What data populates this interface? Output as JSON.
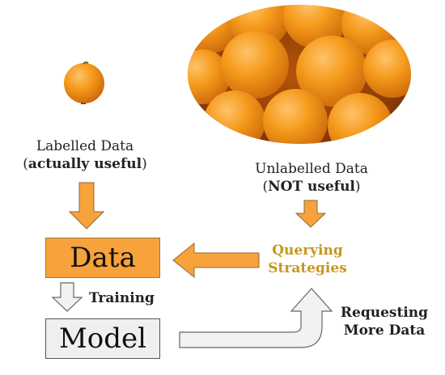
{
  "labelled": {
    "line1": "Labelled Data",
    "paren_open": "(",
    "emph": "actually useful",
    "paren_close": ")"
  },
  "unlabelled": {
    "line1": "Unlabelled Data",
    "paren_open": "(",
    "emph": "NOT useful",
    "paren_close": ")"
  },
  "data_box": {
    "label": "Data",
    "fill": "#F7A23A"
  },
  "model_box": {
    "label": "Model",
    "fill": "#EFEFEF"
  },
  "training_label": "Training",
  "querying": {
    "line1": "Querying",
    "line2": "Strategies",
    "color": "#C8961E"
  },
  "requesting": {
    "line1": "Requesting",
    "line2": "More Data"
  },
  "colors": {
    "arrow_orange": "#F7A23A",
    "arrow_gray": "#F2F2F2",
    "orange_fruit": "#F59A1B"
  }
}
